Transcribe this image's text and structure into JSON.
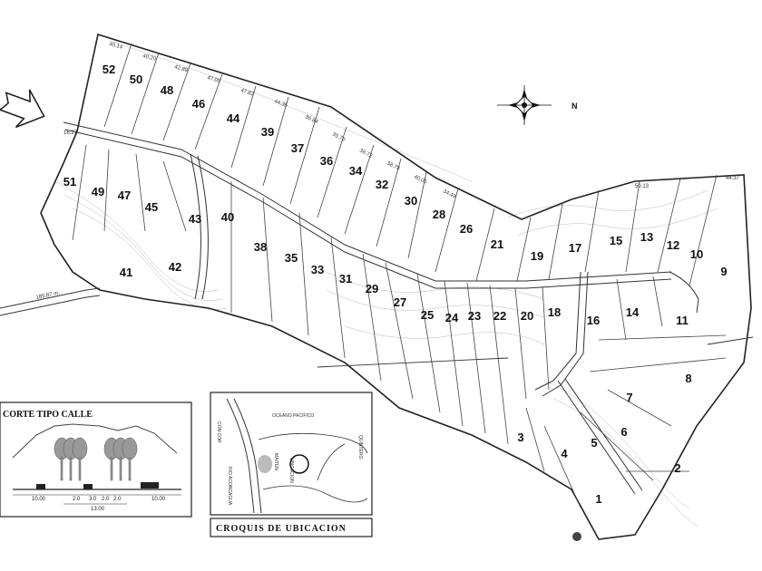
{
  "lots": [
    {
      "id": "52"
    },
    {
      "id": "50"
    },
    {
      "id": "48"
    },
    {
      "id": "46"
    },
    {
      "id": "44"
    },
    {
      "id": "39"
    },
    {
      "id": "37"
    },
    {
      "id": "36"
    },
    {
      "id": "34"
    },
    {
      "id": "32"
    },
    {
      "id": "30"
    },
    {
      "id": "28"
    },
    {
      "id": "26"
    },
    {
      "id": "21"
    },
    {
      "id": "19"
    },
    {
      "id": "17"
    },
    {
      "id": "15"
    },
    {
      "id": "13"
    },
    {
      "id": "12"
    },
    {
      "id": "10"
    },
    {
      "id": "9"
    },
    {
      "id": "51"
    },
    {
      "id": "49"
    },
    {
      "id": "47"
    },
    {
      "id": "45"
    },
    {
      "id": "43"
    },
    {
      "id": "40"
    },
    {
      "id": "41"
    },
    {
      "id": "42"
    },
    {
      "id": "38"
    },
    {
      "id": "35"
    },
    {
      "id": "33"
    },
    {
      "id": "31"
    },
    {
      "id": "29"
    },
    {
      "id": "27"
    },
    {
      "id": "25"
    },
    {
      "id": "24"
    },
    {
      "id": "23"
    },
    {
      "id": "22"
    },
    {
      "id": "20"
    },
    {
      "id": "18"
    },
    {
      "id": "16"
    },
    {
      "id": "14"
    },
    {
      "id": "11"
    },
    {
      "id": "8"
    },
    {
      "id": "7"
    },
    {
      "id": "6"
    },
    {
      "id": "5"
    },
    {
      "id": "4"
    },
    {
      "id": "3"
    },
    {
      "id": "2"
    },
    {
      "id": "1"
    }
  ],
  "dimension_labels": [
    "40.14",
    "40.20",
    "42.89",
    "47.05",
    "47.82",
    "44.35",
    "36.84",
    "35.78",
    "36.72",
    "38.79",
    "40.05",
    "34.49",
    "50.13",
    "44.37",
    "16.27",
    "185.87 m.",
    "10.00",
    "10.00",
    "13.00",
    "2.0",
    "3.0",
    "2.0",
    "2.0"
  ],
  "compass": {
    "north_label": "N"
  },
  "street_section": {
    "title": "CORTE TIPO CALLE",
    "left_width": "10.00",
    "right_width": "10.00",
    "total_width": "13.00",
    "mid_dims": [
      "2.0",
      "3.0",
      "2.0",
      "2.0"
    ]
  },
  "location_sketch": {
    "title": "CROQUIS DE UBICACION",
    "ocean_label": "OCEANO PACIFICO",
    "labels": [
      "CON COR",
      "RIO ACONCAGUA",
      "QUINTERO",
      "MAITEN",
      "UBICACION"
    ]
  }
}
